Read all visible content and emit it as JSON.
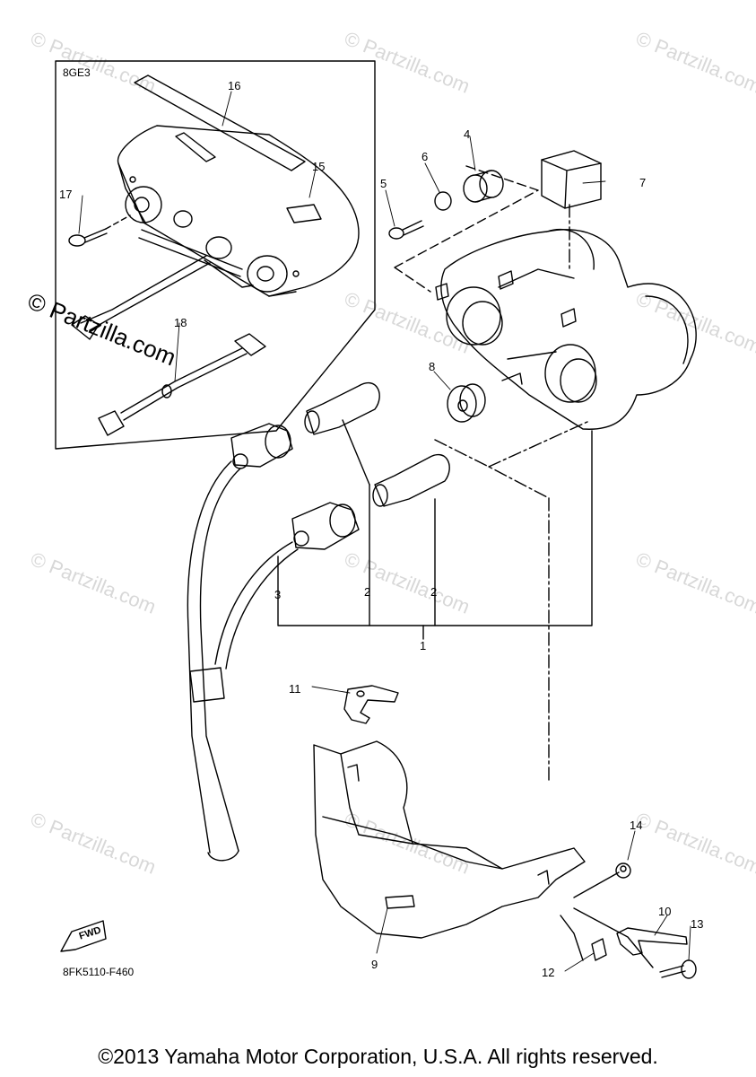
{
  "watermarks": {
    "faint": "© Partzilla.com",
    "overlay": "© Partzilla.com"
  },
  "group_box_code": "8GE3",
  "figure_code": "8FK5110-F460",
  "fwd_label": "FWD",
  "callouts": [
    "1",
    "2",
    "2",
    "3",
    "4",
    "5",
    "6",
    "7",
    "8",
    "9",
    "10",
    "11",
    "12",
    "13",
    "14",
    "15",
    "16",
    "17",
    "18"
  ],
  "copyright": "©2013 Yamaha Motor Corporation, U.S.A. All rights reserved.",
  "colors": {
    "line": "#000000",
    "watermark": "#d8d8d8",
    "background": "#ffffff"
  }
}
